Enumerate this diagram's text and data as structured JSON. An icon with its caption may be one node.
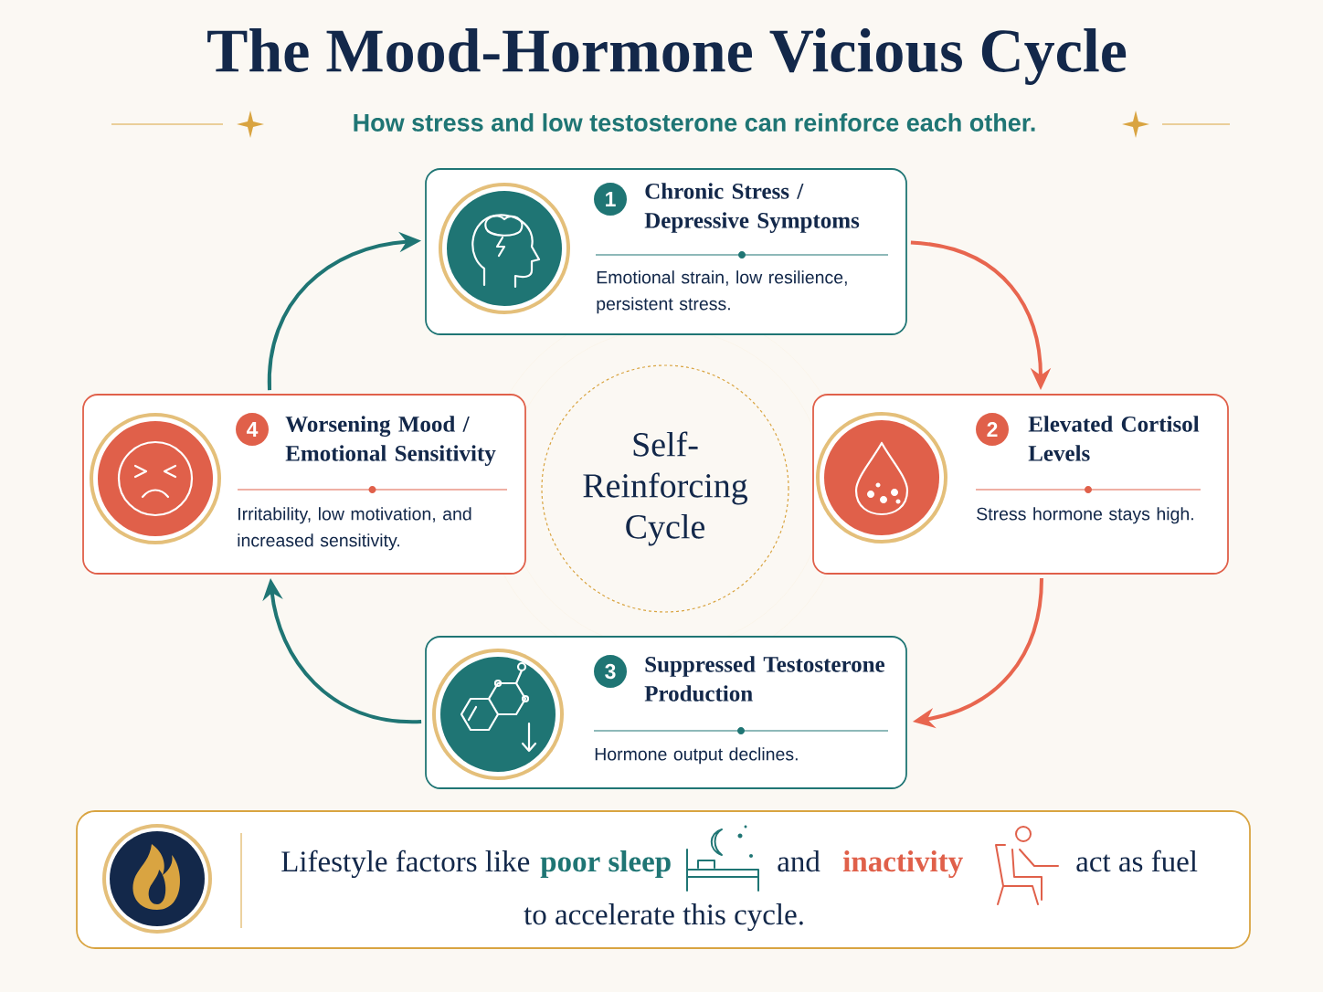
{
  "diagram": {
    "title": "The Mood-Hormone Vicious Cycle",
    "nodes": [
      {
        "text": [
          "1",
          "Chronic Stress / Depressive Symptoms",
          "Emotional strain, low resilience, persistent stress."
        ]
      },
      {
        "text": [
          "2",
          "Elevated Cortisol Levels",
          "Stress hormone stays high."
        ]
      },
      {
        "text": [
          "3",
          "Suppressed Testosterone Production",
          "Hormone output declines."
        ]
      },
      {
        "text": [
          "4",
          "Worsening Mood / Emotional Sensitivity",
          "Irritability, low motivation, and increased sensitivity."
        ]
      },
      {
        "text": [
          "Self-Reinforcing Cycle"
        ]
      },
      {
        "text": [
          "Lifestyle factors like",
          "poor sleep",
          "and",
          "inactivity",
          "act as fuel",
          "to accelerate this cycle."
        ]
      }
    ],
    "edges": [
      {
        "from": 0,
        "to": 1,
        "arrow": "to",
        "color": "#e8664f"
      },
      {
        "from": 1,
        "to": 2,
        "arrow": "to",
        "color": "#e8664f"
      },
      {
        "from": 2,
        "to": 3,
        "arrow": "to",
        "color": "#1f7574"
      },
      {
        "from": 3,
        "to": 0,
        "arrow": "to",
        "color": "#1f7574"
      }
    ],
    "labels": [
      "How stress and low testosterone can reinforce each other."
    ]
  }
}
